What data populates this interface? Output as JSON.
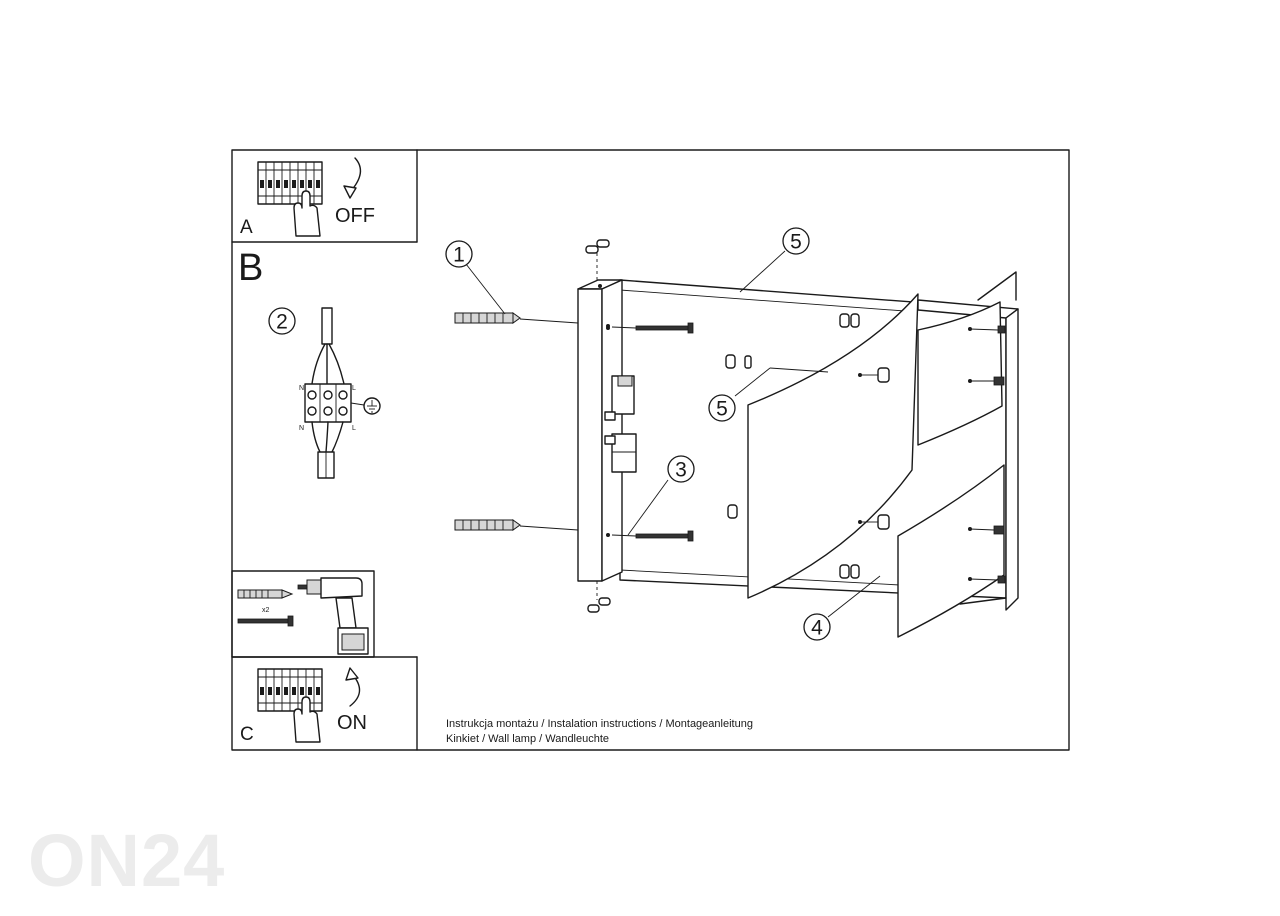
{
  "panels": {
    "a": {
      "letter": "A",
      "action": "OFF"
    },
    "b": {
      "letter": "B",
      "step": "2"
    },
    "tools": {
      "quantity": "x2"
    },
    "c": {
      "letter": "C",
      "action": "ON"
    }
  },
  "wiring": {
    "n_top": "N",
    "l_top": "L",
    "n_bottom": "N",
    "l_bottom": "L"
  },
  "callouts": [
    "1",
    "5",
    "5",
    "3",
    "4"
  ],
  "caption": {
    "line1": "Instrukcja montażu / Instalation instructions / Montageanleitung",
    "line2": "Kinkiet / Wall lamp / Wandleuchte"
  },
  "watermark": "ON24"
}
